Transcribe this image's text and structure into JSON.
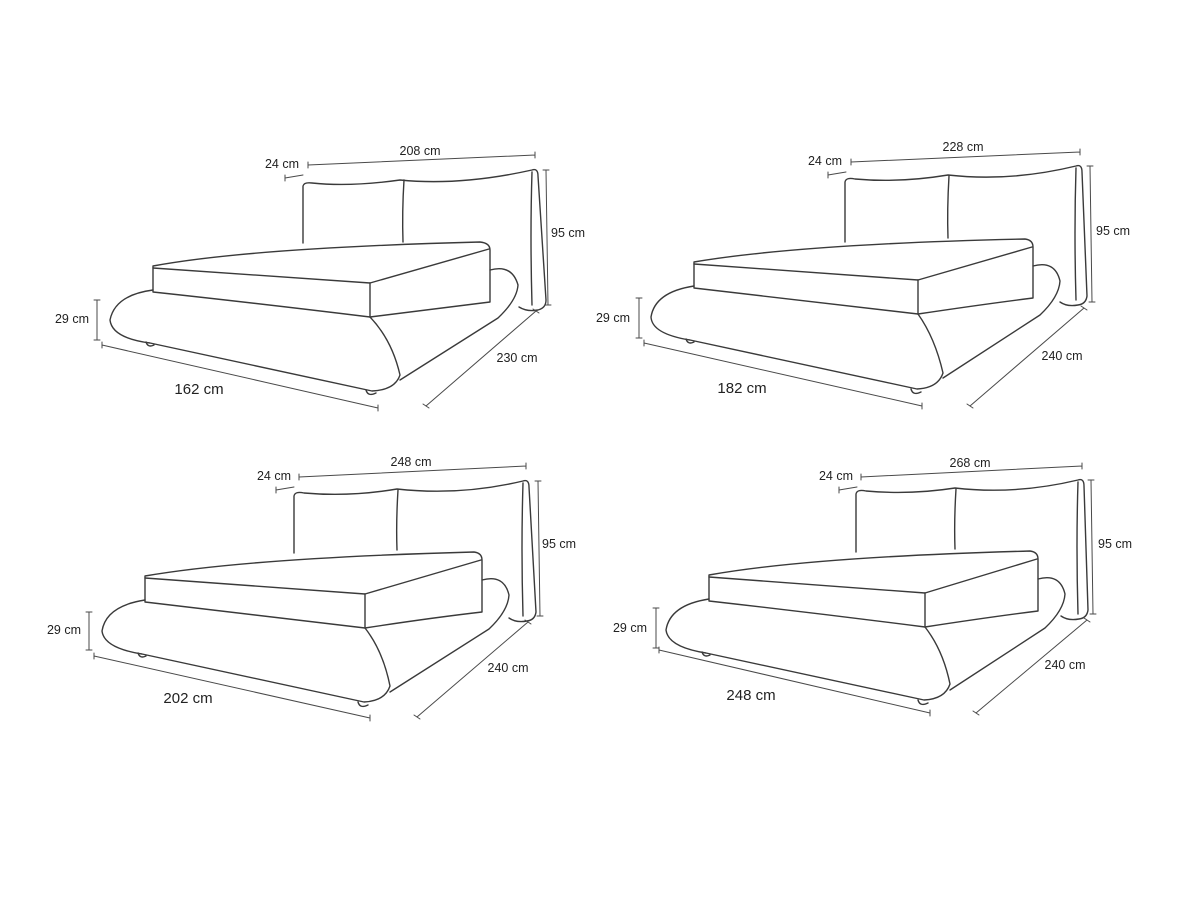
{
  "beds": [
    {
      "headboard_width": "208 cm",
      "headboard_depth": "24 cm",
      "height": "95 cm",
      "base_height": "29 cm",
      "length": "230 cm",
      "width": "162 cm"
    },
    {
      "headboard_width": "228 cm",
      "headboard_depth": "24 cm",
      "height": "95 cm",
      "base_height": "29 cm",
      "length": "240 cm",
      "width": "182 cm"
    },
    {
      "headboard_width": "248 cm",
      "headboard_depth": "24 cm",
      "height": "95 cm",
      "base_height": "29 cm",
      "length": "240 cm",
      "width": "202 cm"
    },
    {
      "headboard_width": "268 cm",
      "headboard_depth": "24 cm",
      "height": "95 cm",
      "base_height": "29 cm",
      "length": "240 cm",
      "width": "248 cm"
    }
  ]
}
